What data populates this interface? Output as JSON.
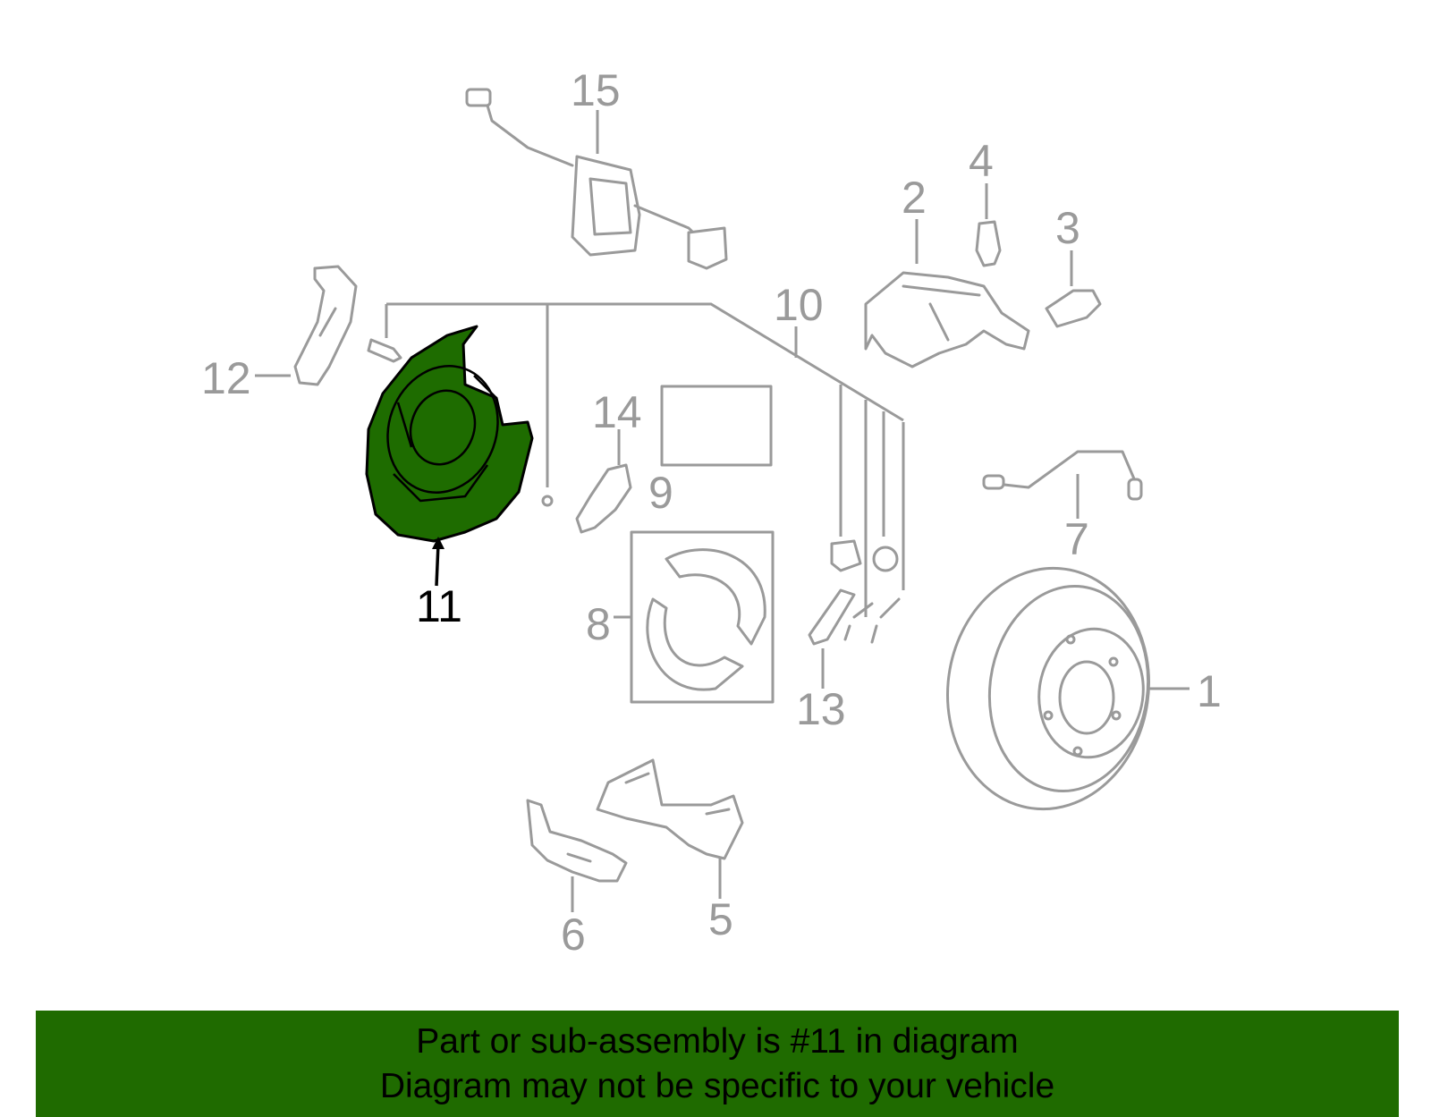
{
  "callouts": {
    "c1": "1",
    "c2": "2",
    "c3": "3",
    "c4": "4",
    "c5": "5",
    "c6": "6",
    "c7": "7",
    "c8": "8",
    "c9": "9",
    "c10": "10",
    "c11": "11",
    "c12": "12",
    "c13": "13",
    "c14": "14",
    "c15": "15"
  },
  "highlighted_part": "11",
  "colors": {
    "highlight": "#1e6c00",
    "banner": "#1f6b00",
    "parts": "#9a9a9a"
  },
  "banner": {
    "line1": "Part or sub-assembly is #11 in diagram",
    "line2": "Diagram may not be specific to your vehicle"
  }
}
